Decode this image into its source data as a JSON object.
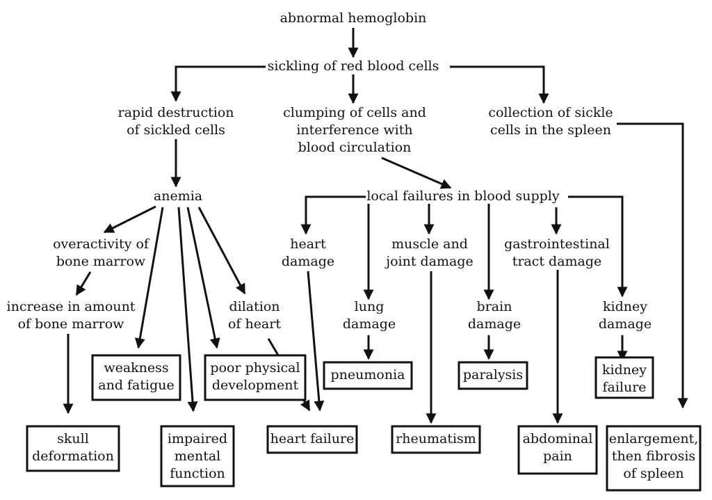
{
  "title": "abnormal hemoglobin",
  "colors": {
    "ink": "#111111",
    "background": "#ffffff"
  },
  "nodes": [
    {
      "id": "abnormal-hemoglobin",
      "lines": [
        "abnormal hemoglobin"
      ],
      "boxed": false
    },
    {
      "id": "sickling",
      "lines": [
        "sickling of red blood cells"
      ],
      "boxed": false
    },
    {
      "id": "rapid-destruction",
      "lines": [
        "rapid destruction",
        "of sickled cells"
      ],
      "boxed": false
    },
    {
      "id": "clumping",
      "lines": [
        "clumping of cells and",
        "interference with",
        "blood circulation"
      ],
      "boxed": false
    },
    {
      "id": "collection-spleen",
      "lines": [
        "collection of sickle",
        "cells in the spleen"
      ],
      "boxed": false
    },
    {
      "id": "anemia",
      "lines": [
        "anemia"
      ],
      "boxed": false
    },
    {
      "id": "local-failures",
      "lines": [
        "local failures in blood supply"
      ],
      "boxed": false
    },
    {
      "id": "overactivity",
      "lines": [
        "overactivity of",
        "bone marrow"
      ],
      "boxed": false
    },
    {
      "id": "increase-marrow",
      "lines": [
        "increase in amount",
        "of bone marrow"
      ],
      "boxed": false
    },
    {
      "id": "dilation-heart",
      "lines": [
        "dilation",
        "of heart"
      ],
      "boxed": false
    },
    {
      "id": "heart-damage",
      "lines": [
        "heart",
        "damage"
      ],
      "boxed": false
    },
    {
      "id": "muscle-joint",
      "lines": [
        "muscle and",
        "joint damage"
      ],
      "boxed": false
    },
    {
      "id": "gi-tract",
      "lines": [
        "gastrointestinal",
        "tract damage"
      ],
      "boxed": false
    },
    {
      "id": "lung-damage",
      "lines": [
        "lung",
        "damage"
      ],
      "boxed": false
    },
    {
      "id": "brain-damage",
      "lines": [
        "brain",
        "damage"
      ],
      "boxed": false
    },
    {
      "id": "kidney-damage",
      "lines": [
        "kidney",
        "damage"
      ],
      "boxed": false
    },
    {
      "id": "weakness",
      "lines": [
        "weakness",
        "and fatigue"
      ],
      "boxed": true
    },
    {
      "id": "poor-development",
      "lines": [
        "poor physical",
        "development"
      ],
      "boxed": true
    },
    {
      "id": "pneumonia",
      "lines": [
        "pneumonia"
      ],
      "boxed": true
    },
    {
      "id": "paralysis",
      "lines": [
        "paralysis"
      ],
      "boxed": true
    },
    {
      "id": "kidney-failure",
      "lines": [
        "kidney",
        "failure"
      ],
      "boxed": true
    },
    {
      "id": "skull-deformation",
      "lines": [
        "skull",
        "deformation"
      ],
      "boxed": true
    },
    {
      "id": "impaired-mental",
      "lines": [
        "impaired",
        "mental",
        "function"
      ],
      "boxed": true
    },
    {
      "id": "heart-failure",
      "lines": [
        "heart failure"
      ],
      "boxed": true
    },
    {
      "id": "rheumatism",
      "lines": [
        "rheumatism"
      ],
      "boxed": true
    },
    {
      "id": "abdominal-pain",
      "lines": [
        "abdominal",
        "pain"
      ],
      "boxed": true
    },
    {
      "id": "spleen-fibrosis",
      "lines": [
        "enlargement,",
        "then fibrosis",
        "of spleen"
      ],
      "boxed": true
    }
  ],
  "edges": [
    {
      "from": "abnormal-hemoglobin",
      "to": "sickling"
    },
    {
      "from": "sickling",
      "to": "rapid-destruction"
    },
    {
      "from": "sickling",
      "to": "clumping"
    },
    {
      "from": "sickling",
      "to": "collection-spleen"
    },
    {
      "from": "rapid-destruction",
      "to": "anemia"
    },
    {
      "from": "clumping",
      "to": "local-failures"
    },
    {
      "from": "collection-spleen",
      "to": "spleen-fibrosis"
    },
    {
      "from": "anemia",
      "to": "overactivity"
    },
    {
      "from": "anemia",
      "to": "weakness"
    },
    {
      "from": "anemia",
      "to": "impaired-mental"
    },
    {
      "from": "anemia",
      "to": "poor-development"
    },
    {
      "from": "anemia",
      "to": "dilation-heart"
    },
    {
      "from": "overactivity",
      "to": "increase-marrow"
    },
    {
      "from": "increase-marrow",
      "to": "skull-deformation"
    },
    {
      "from": "dilation-heart",
      "to": "heart-failure"
    },
    {
      "from": "local-failures",
      "to": "heart-damage"
    },
    {
      "from": "local-failures",
      "to": "lung-damage"
    },
    {
      "from": "local-failures",
      "to": "muscle-joint"
    },
    {
      "from": "local-failures",
      "to": "brain-damage"
    },
    {
      "from": "local-failures",
      "to": "gi-tract"
    },
    {
      "from": "local-failures",
      "to": "kidney-damage"
    },
    {
      "from": "heart-damage",
      "to": "heart-failure"
    },
    {
      "from": "lung-damage",
      "to": "pneumonia"
    },
    {
      "from": "muscle-joint",
      "to": "rheumatism"
    },
    {
      "from": "brain-damage",
      "to": "paralysis"
    },
    {
      "from": "gi-tract",
      "to": "abdominal-pain"
    },
    {
      "from": "kidney-damage",
      "to": "kidney-failure"
    }
  ]
}
